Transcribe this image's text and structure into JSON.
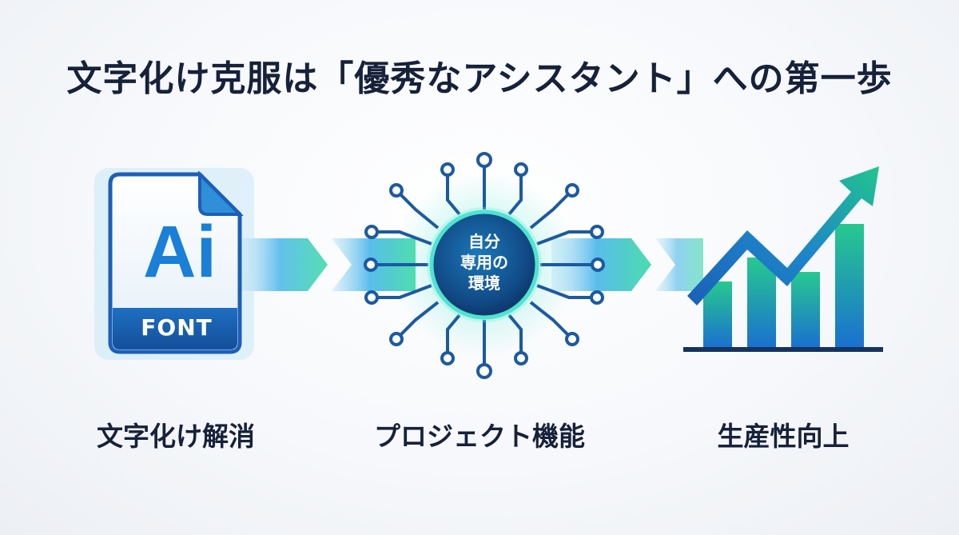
{
  "title": "文字化け克服は「優秀なアシスタント」への第一歩",
  "steps": [
    {
      "label": "文字化け解消",
      "icon": "font-file-icon"
    },
    {
      "label": "プロジェクト機能",
      "icon": "circuit-hub-icon"
    },
    {
      "label": "生産性向上",
      "icon": "growth-chart-icon"
    }
  ],
  "font_icon": {
    "letters": "Ai",
    "tag": "FONT"
  },
  "hub": {
    "line1": "自分",
    "line2": "専用の",
    "line3": "環境"
  },
  "colors": {
    "accent_blue": "#1a7fd6",
    "accent_green": "#2fd29a",
    "text": "#16213a"
  }
}
